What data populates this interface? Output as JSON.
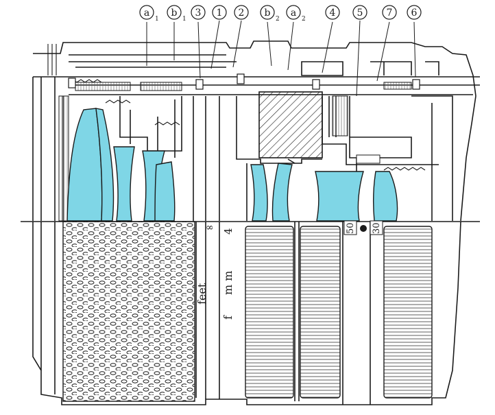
{
  "diagram": {
    "callouts": [
      {
        "id": "a1",
        "main": "a",
        "sub": "1"
      },
      {
        "id": "b1",
        "main": "b",
        "sub": "1"
      },
      {
        "id": "n3",
        "main": "3",
        "sub": ""
      },
      {
        "id": "n1",
        "main": "1",
        "sub": ""
      },
      {
        "id": "n2",
        "main": "2",
        "sub": ""
      },
      {
        "id": "b2",
        "main": "b",
        "sub": "2"
      },
      {
        "id": "a2",
        "main": "a",
        "sub": "2"
      },
      {
        "id": "n4",
        "main": "4",
        "sub": ""
      },
      {
        "id": "n5",
        "main": "5",
        "sub": ""
      },
      {
        "id": "n7",
        "main": "7",
        "sub": ""
      },
      {
        "id": "n6",
        "main": "6",
        "sub": ""
      }
    ],
    "scale_labels": {
      "infinity": "∞",
      "feet": "feet",
      "mm": "m m",
      "focal": "f",
      "four": "4",
      "aperture_50": "50",
      "aperture_30": "30"
    },
    "colors": {
      "glass": "#7fd6e6",
      "ink": "#1a1a1a",
      "paper": "#ffffff"
    }
  }
}
